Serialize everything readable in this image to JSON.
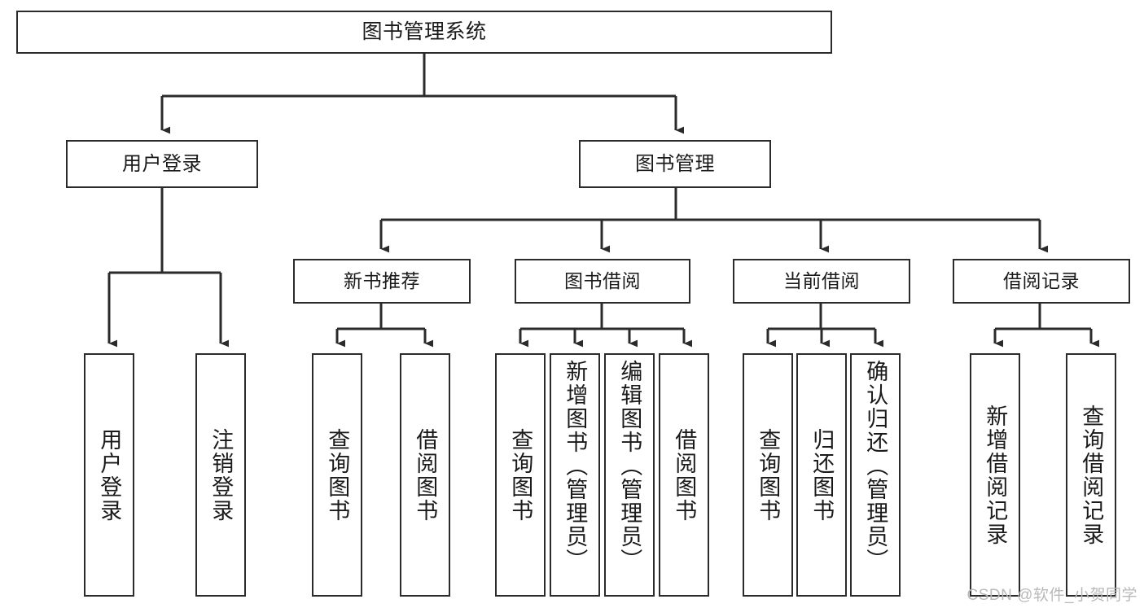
{
  "diagram": {
    "title": "图书管理系统",
    "type": "hierarchy-tree",
    "root": {
      "label": "图书管理系统"
    },
    "level1": [
      {
        "label": "用户登录"
      },
      {
        "label": "图书管理"
      }
    ],
    "level2": [
      {
        "label": "新书推荐"
      },
      {
        "label": "图书借阅"
      },
      {
        "label": "当前借阅"
      },
      {
        "label": "借阅记录"
      }
    ],
    "leaves": {
      "user_login": [
        {
          "label": "用户登录"
        },
        {
          "label": "注销登录"
        }
      ],
      "new_book_recommend": [
        {
          "label": "查询图书"
        },
        {
          "label": "借阅图书"
        }
      ],
      "book_borrow": [
        {
          "label": "查询图书"
        },
        {
          "label": "新增图书（管理员）"
        },
        {
          "label": "编辑图书（管理员）"
        },
        {
          "label": "借阅图书"
        }
      ],
      "current_borrow": [
        {
          "label": "查询图书"
        },
        {
          "label": "归还图书"
        },
        {
          "label": "确认归还（管理员）"
        }
      ],
      "borrow_record": [
        {
          "label": "新增借阅记录"
        },
        {
          "label": "查询借阅记录"
        }
      ]
    }
  },
  "watermark": {
    "text": "CSDN @软件_小贺同学"
  },
  "colors": {
    "stroke": "#2b2b2b",
    "fill": "#ffffff",
    "text": "#1a1a1a",
    "watermark": "#b9b9b9"
  }
}
